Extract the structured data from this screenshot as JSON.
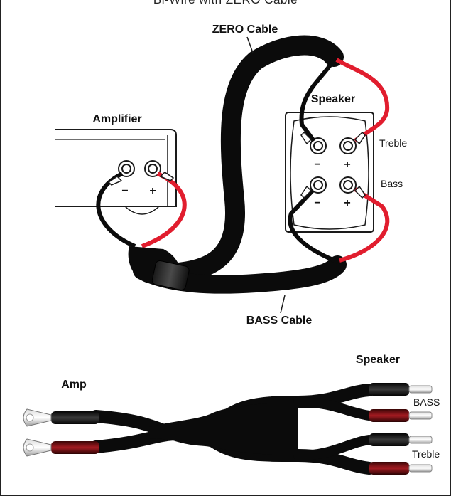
{
  "top_title": "Bi-Wire with ZERO Cable",
  "colors": {
    "black_cable": "#0b0b0b",
    "red_cable": "#e11d2e",
    "panel_fill": "#ffffff",
    "stroke": "#1a1a1a"
  },
  "top_diagram": {
    "zero_cable_label": "ZERO Cable",
    "bass_cable_label": "BASS Cable",
    "amplifier_label": "Amplifier",
    "speaker_label": "Speaker",
    "treble_label": "Treble",
    "bass_label": "Bass",
    "amp_minus": "−",
    "amp_plus": "+",
    "spk_treble_minus": "−",
    "spk_treble_plus": "+",
    "spk_bass_minus": "−",
    "spk_bass_plus": "+"
  },
  "bottom_diagram": {
    "amp_label": "Amp",
    "speaker_label": "Speaker",
    "bass_label": "BASS",
    "treble_label": "Treble"
  }
}
